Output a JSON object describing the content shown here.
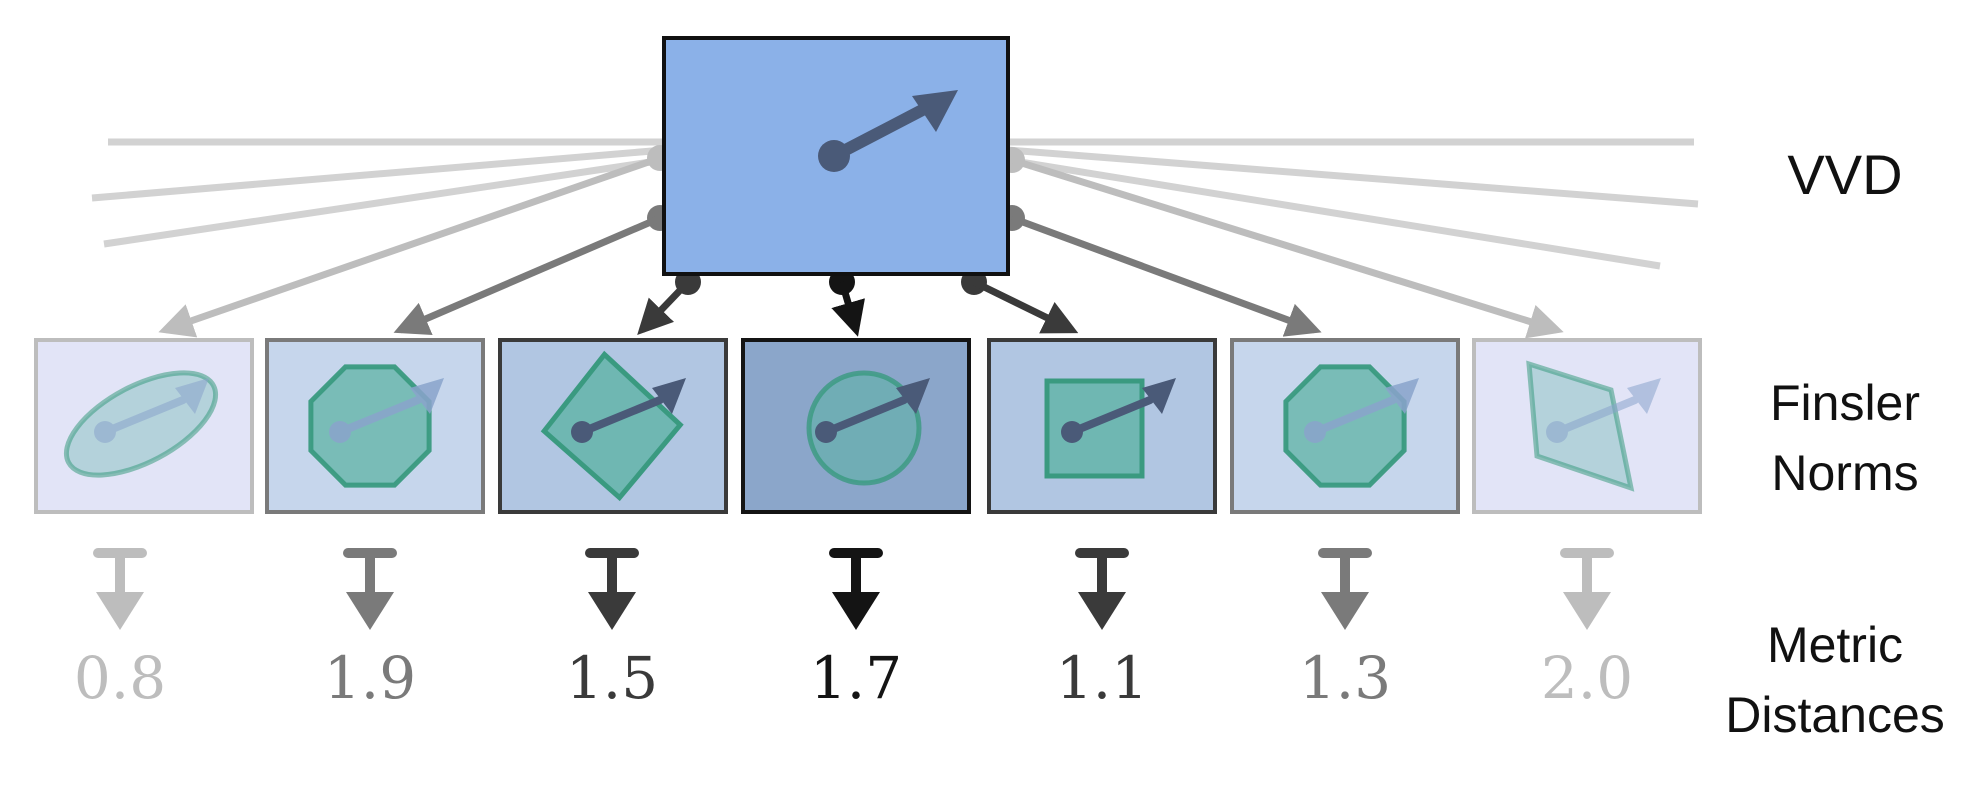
{
  "row_labels": {
    "vvd": "VVD",
    "finsler_line1": "Finsler",
    "finsler_line2": "Norms",
    "metric_line1": "Metric",
    "metric_line2": "Distances"
  },
  "top_box": {
    "fill": "#8bb1e8",
    "icon": "arrow-icon"
  },
  "norms": [
    {
      "shape": "ellipse",
      "distance": "0.8",
      "shade": "light"
    },
    {
      "shape": "octagon",
      "distance": "1.9",
      "shade": "mid"
    },
    {
      "shape": "diamond",
      "distance": "1.5",
      "shade": "dark"
    },
    {
      "shape": "circle",
      "distance": "1.7",
      "shade": "darkest"
    },
    {
      "shape": "square",
      "distance": "1.1",
      "shade": "dark"
    },
    {
      "shape": "octagon",
      "distance": "1.3",
      "shade": "mid"
    },
    {
      "shape": "quadrilateral",
      "distance": "2.0",
      "shade": "light"
    }
  ],
  "colors": {
    "light": "#bdbdbd",
    "mid": "#7a7a7a",
    "dark": "#3a3a3a",
    "darkest": "#141414",
    "shape_fill": "#5fb3a6",
    "shape_stroke": "#3a9a80",
    "arrow": "#4a5a78"
  }
}
